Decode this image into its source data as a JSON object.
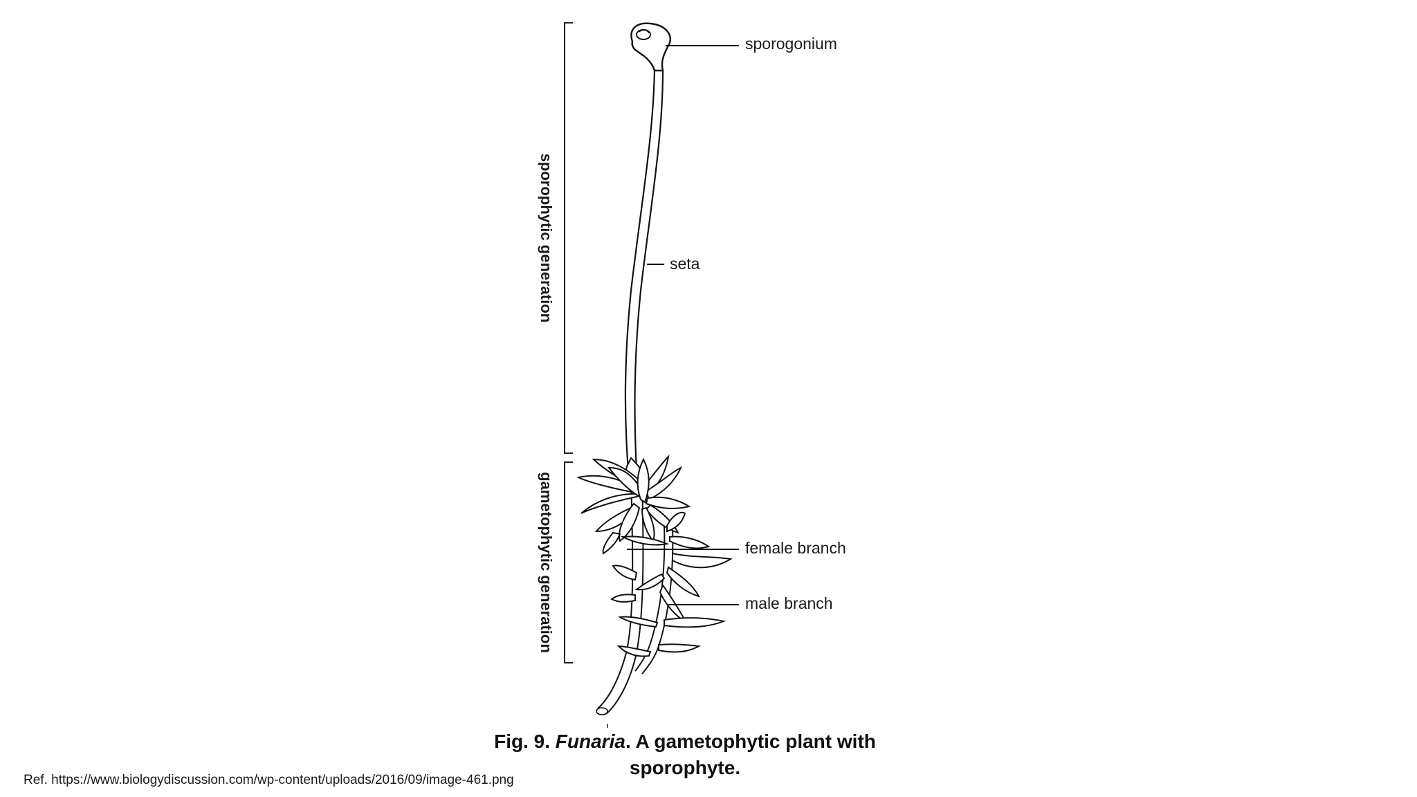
{
  "diagram": {
    "labels": {
      "sporogonium": "sporogonium",
      "seta": "seta",
      "female_branch": "female branch",
      "male_branch": "male branch"
    },
    "brackets": {
      "sporophytic": "sporophytic generation",
      "gametophytic": "gametophytic generation"
    }
  },
  "caption": {
    "prefix": "Fig. 9.",
    "genus": "Funaria",
    "rest_line1": ". A gametophytic plant with",
    "line2": "sporophyte."
  },
  "reference": "Ref. https://www.biologydiscussion.com/wp-content/uploads/2016/09/image-461.png"
}
